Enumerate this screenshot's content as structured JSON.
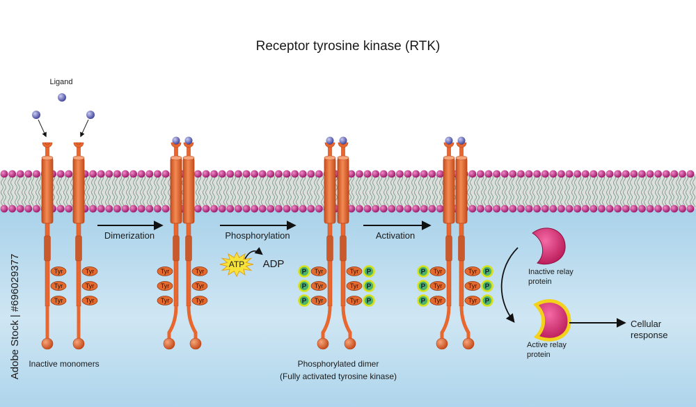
{
  "title": "Receptor tyrosine kinase (RTK)",
  "labels": {
    "ligand": "Ligand",
    "dimerization": "Dimerization",
    "phosphorylation": "Phosphorylation",
    "activation": "Activation",
    "atp": "ATP",
    "adp": "ADP",
    "inactive_monomers": "Inactive monomers",
    "phosphorylated_dimer_line1": "Phosphorylated dimer",
    "phosphorylated_dimer_line2": "(Fully activated tyrosine kinase)",
    "inactive_relay_line1": "Inactive relay",
    "inactive_relay_line2": "protein",
    "active_relay_line1": "Active relay",
    "active_relay_line2": "protein",
    "cellular_response_line1": "Cellular",
    "cellular_response_line2": "response",
    "tyr": "Tyr",
    "phosphate": "P"
  },
  "watermark": "Adobe Stock | #696029377",
  "colors": {
    "receptor": "#e8672f",
    "receptor_dark": "#b8431a",
    "ligand": "#4a4fa8",
    "membrane_head": "#b0207a",
    "cytoplasm": "#b9dbee",
    "phosphate_ring": "#d8e21c",
    "phosphate_fill": "#4db26a",
    "relay_protein": "#d81f6e",
    "atp_star": "#f7e43a"
  }
}
